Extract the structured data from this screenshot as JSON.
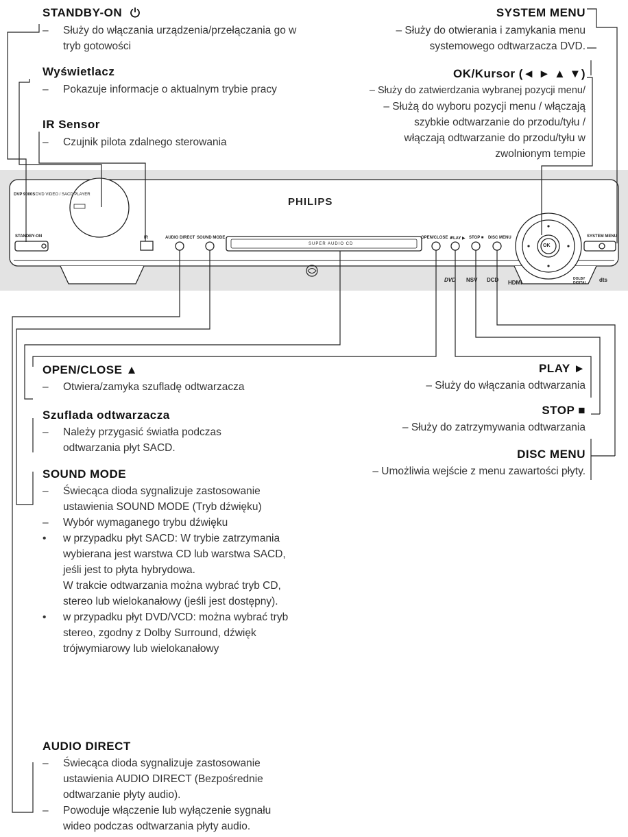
{
  "standby": {
    "title": "STANDBY-ON",
    "icon": "power-icon",
    "desc": "Służy do włączania urządzenia/przełączania go w tryb gotowości"
  },
  "display": {
    "title": "Wyświetlacz",
    "desc": "Pokazuje informacje o aktualnym trybie pracy"
  },
  "ir": {
    "title": "IR Sensor",
    "desc": "Czujnik pilota zdalnego sterowania"
  },
  "system_menu": {
    "title": "SYSTEM MENU",
    "desc": "– Służy do otwierania i zamykania menu systemowego odtwarzacza DVD."
  },
  "ok": {
    "title": "OK/Kursor (◄ ► ▲ ▼)",
    "line1": "– Służy do zatwierdzania wybranej pozycji menu/",
    "line2": "– Służą do wyboru pozycji menu / włączają szybkie odtwarzanie do przodu/tyłu / włączają odtwarzanie do przodu/tyłu w zwolnionym tempie"
  },
  "device": {
    "brand": "PHILIPS",
    "model": "DVP 9000S",
    "model_sub": "DVD VIDEO / SACD PLAYER",
    "tray_label": "SUPER AUDIO CD",
    "btn_standby": "STANDBY-ON",
    "btn_ir": "IR",
    "btn_audio_direct": "AUDIO DIRECT",
    "btn_sound_mode": "SOUND MODE",
    "btn_open_close": "OPEN/CLOSE ▲",
    "btn_play": "PLAY ▶",
    "btn_stop": "STOP ■",
    "btn_disc_menu": "DISC MENU",
    "btn_system_menu": "SYSTEM MENU",
    "ok_label": "OK",
    "hdmi": "HDMI",
    "dvd_logo": "DVD",
    "nsv": "NSV",
    "dcd": "DCD",
    "dolby": "DOLBY DIGITAL",
    "dts": "dts"
  },
  "open_close": {
    "title": "OPEN/CLOSE ▲",
    "desc": "Otwiera/zamyka szufladę odtwarzacza"
  },
  "tray": {
    "title": "Szuflada odtwarzacza",
    "desc": "Należy przygasić światła podczas odtwarzania płyt SACD."
  },
  "play": {
    "title": "PLAY ►",
    "desc": "– Służy do włączania odtwarzania"
  },
  "stop": {
    "title": "STOP ■",
    "desc": "– Służy do zatrzymywania odtwarzania"
  },
  "disc_menu": {
    "title": "DISC MENU",
    "desc": "– Umożliwia wejście z menu zawartości płyty."
  },
  "sound_mode": {
    "title": "SOUND MODE",
    "items": [
      {
        "marker": "–",
        "text": "Świecąca dioda sygnalizuje zastosowanie ustawienia SOUND MODE (Tryb dźwięku)"
      },
      {
        "marker": "–",
        "text": "Wybór wymaganego trybu dźwięku"
      },
      {
        "marker": "•",
        "text": "w przypadku płyt SACD: W trybie zatrzymania wybierana jest warstwa CD lub warstwa SACD, jeśli jest to płyta hybrydowa."
      },
      {
        "marker": "",
        "text": "W trakcie odtwarzania można wybrać tryb CD, stereo lub wielokanałowy (jeśli jest dostępny)."
      },
      {
        "marker": "•",
        "text": "w przypadku płyt DVD/VCD: można wybrać tryb stereo, zgodny z Dolby Surround, dźwięk trójwymiarowy lub wielokanałowy"
      }
    ]
  },
  "audio_direct": {
    "title": "AUDIO DIRECT",
    "items": [
      {
        "marker": "–",
        "text": "Świecąca dioda sygnalizuje zastosowanie ustawienia AUDIO DIRECT (Bezpośrednie odtwarzanie płyty audio)."
      },
      {
        "marker": "–",
        "text": "Powoduje włączenie lub wyłączenie sygnału wideo podczas odtwarzania płyty audio."
      }
    ]
  }
}
